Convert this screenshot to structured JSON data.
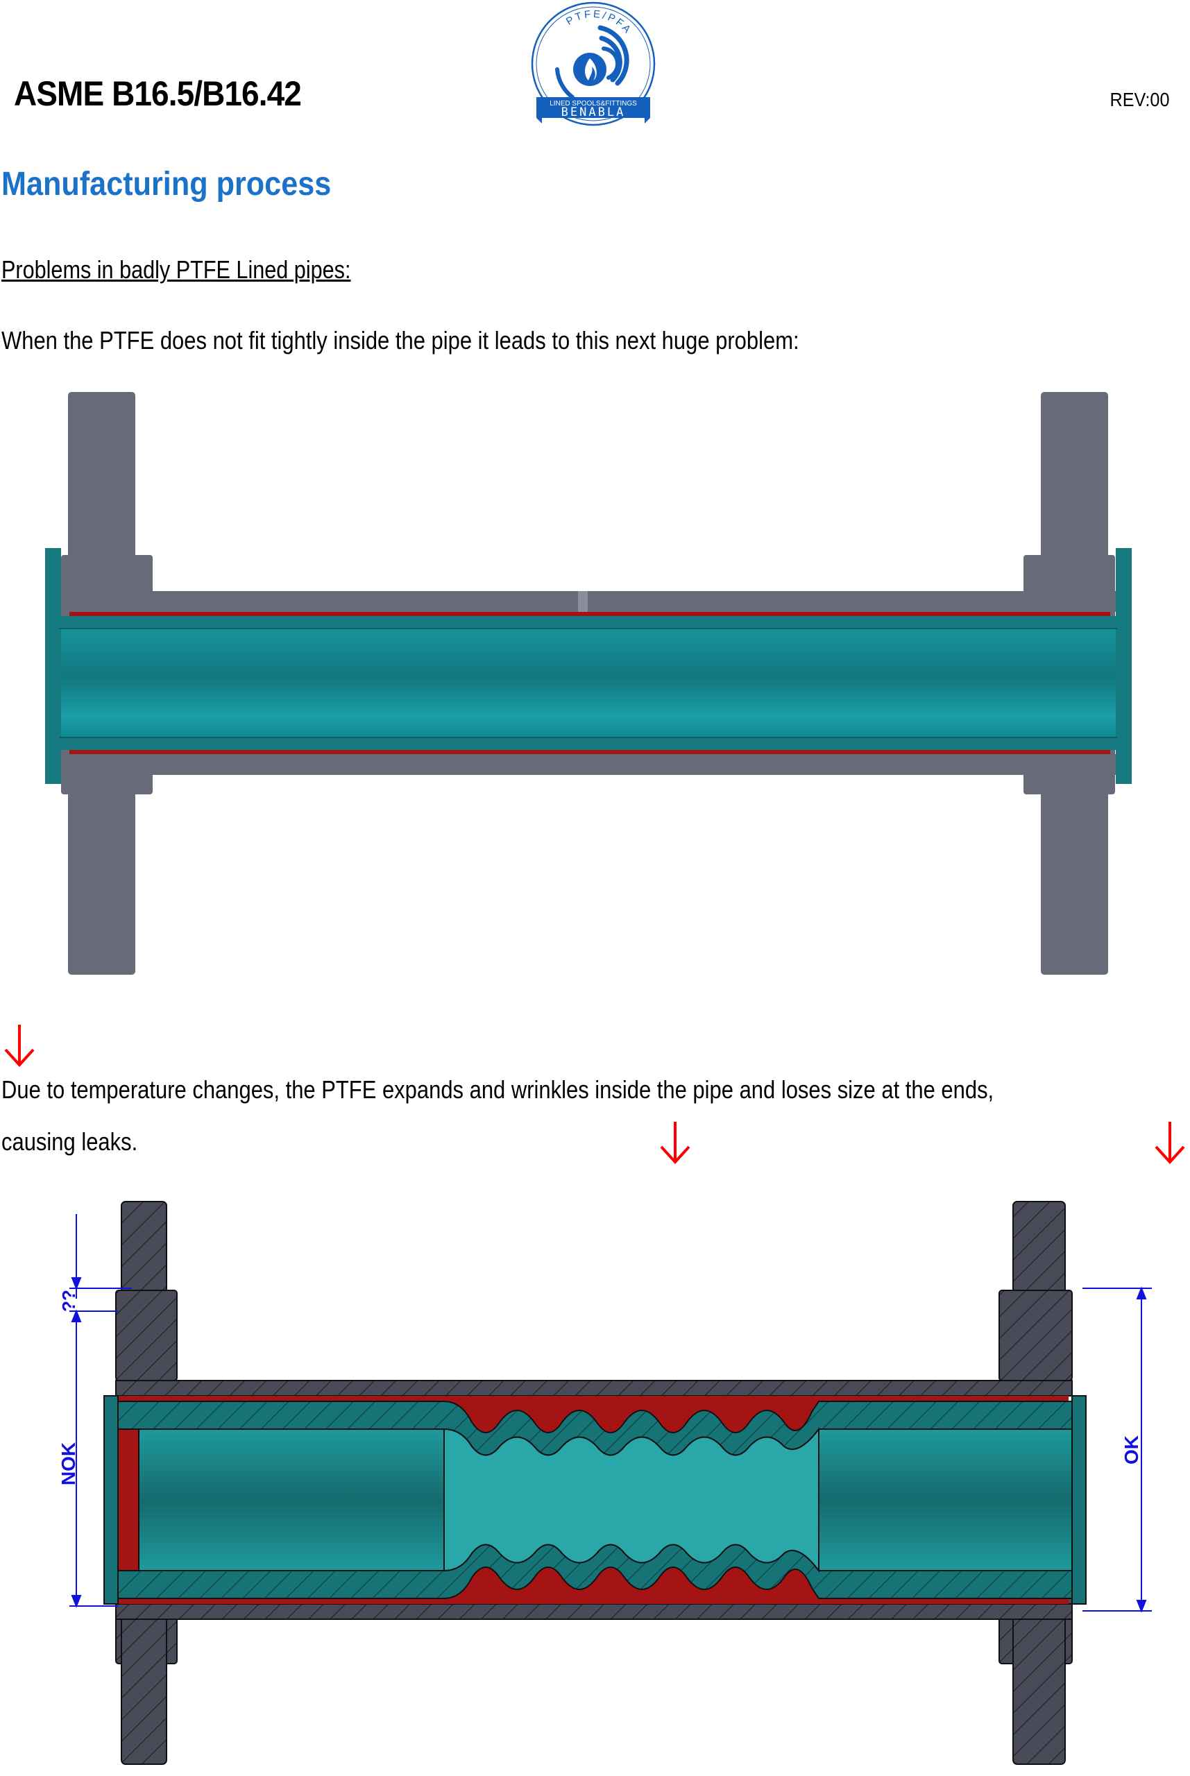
{
  "header": {
    "doc_title": "ASME B16.5/B16.42",
    "revision": "REV:00",
    "logo": {
      "top_text": "PTFE/PFA",
      "banner_small": "LINED SPOOLS&FITTINGS",
      "banner_large": "BENABLA",
      "color": "#1560bd"
    }
  },
  "section_title": "Manufacturing process",
  "subheading": "Problems in badly PTFE Lined pipes:",
  "paragraphs": {
    "intro": "When the PTFE does not fit tightly inside the pipe it leads to this next huge problem:",
    "effect_line1": "Due to temperature changes, the PTFE expands and wrinkles inside the pipe and loses size at the ends,",
    "effect_line2": "causing leaks."
  },
  "diagrams": {
    "correct": {
      "caption_icon": "lined-pipe-section"
    },
    "defective": {
      "dimension_labels": {
        "unknown": "??",
        "left": "NOK",
        "right": "OK"
      }
    }
  },
  "colors": {
    "accent_blue": "#1a73c9",
    "arrow_red": "#ff0000",
    "steel_grey": "#676a78",
    "ptfe_teal": "#177a80",
    "gap_red": "#a51414",
    "dimension_blue": "#1010e0"
  }
}
